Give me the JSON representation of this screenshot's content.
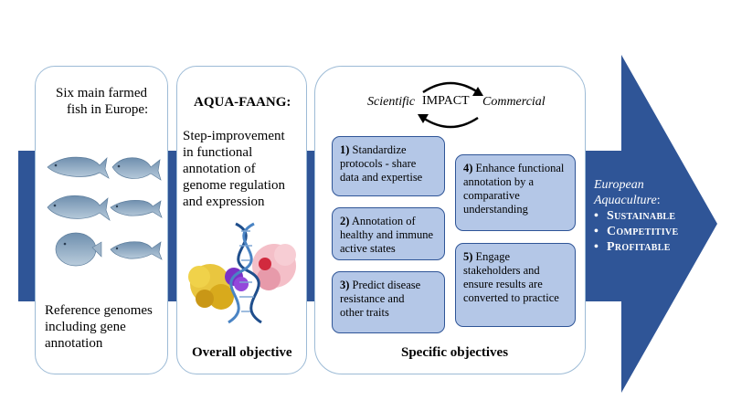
{
  "panel1": {
    "header": [
      "Six main farmed",
      "fish in Europe:"
    ],
    "footer": [
      "Reference genomes",
      "including gene",
      "annotation"
    ]
  },
  "panel2": {
    "title": "AQUA-FAANG:",
    "body": [
      "Step-improvement",
      "in functional",
      "annotation of",
      "genome regulation",
      "and expression"
    ],
    "footer": "Overall objective"
  },
  "panel3": {
    "impact_left": "Scientific",
    "impact_center": "IMPACT",
    "impact_right": "Commercial",
    "objectives": [
      {
        "num": "1)",
        "text": [
          "Standardize",
          "protocols - share",
          "data and expertise"
        ]
      },
      {
        "num": "2)",
        "text": [
          "Annotation of",
          "healthy and immune",
          "active states"
        ]
      },
      {
        "num": "3)",
        "text": [
          "Predict disease",
          "resistance and",
          "other traits"
        ]
      },
      {
        "num": "4)",
        "text": [
          "Enhance functional",
          "annotation by a",
          "comparative",
          "understanding"
        ]
      },
      {
        "num": "5)",
        "text": [
          "Engage",
          "stakeholders and",
          "ensure results are",
          "converted to practice"
        ]
      }
    ],
    "footer": "Specific objectives"
  },
  "arrow": {
    "title": "European",
    "title2": "Aquaculture",
    "title_suffix": ":",
    "items": [
      "Sustainable",
      "Competitive",
      "Profitable"
    ],
    "color": "#2f5597"
  }
}
